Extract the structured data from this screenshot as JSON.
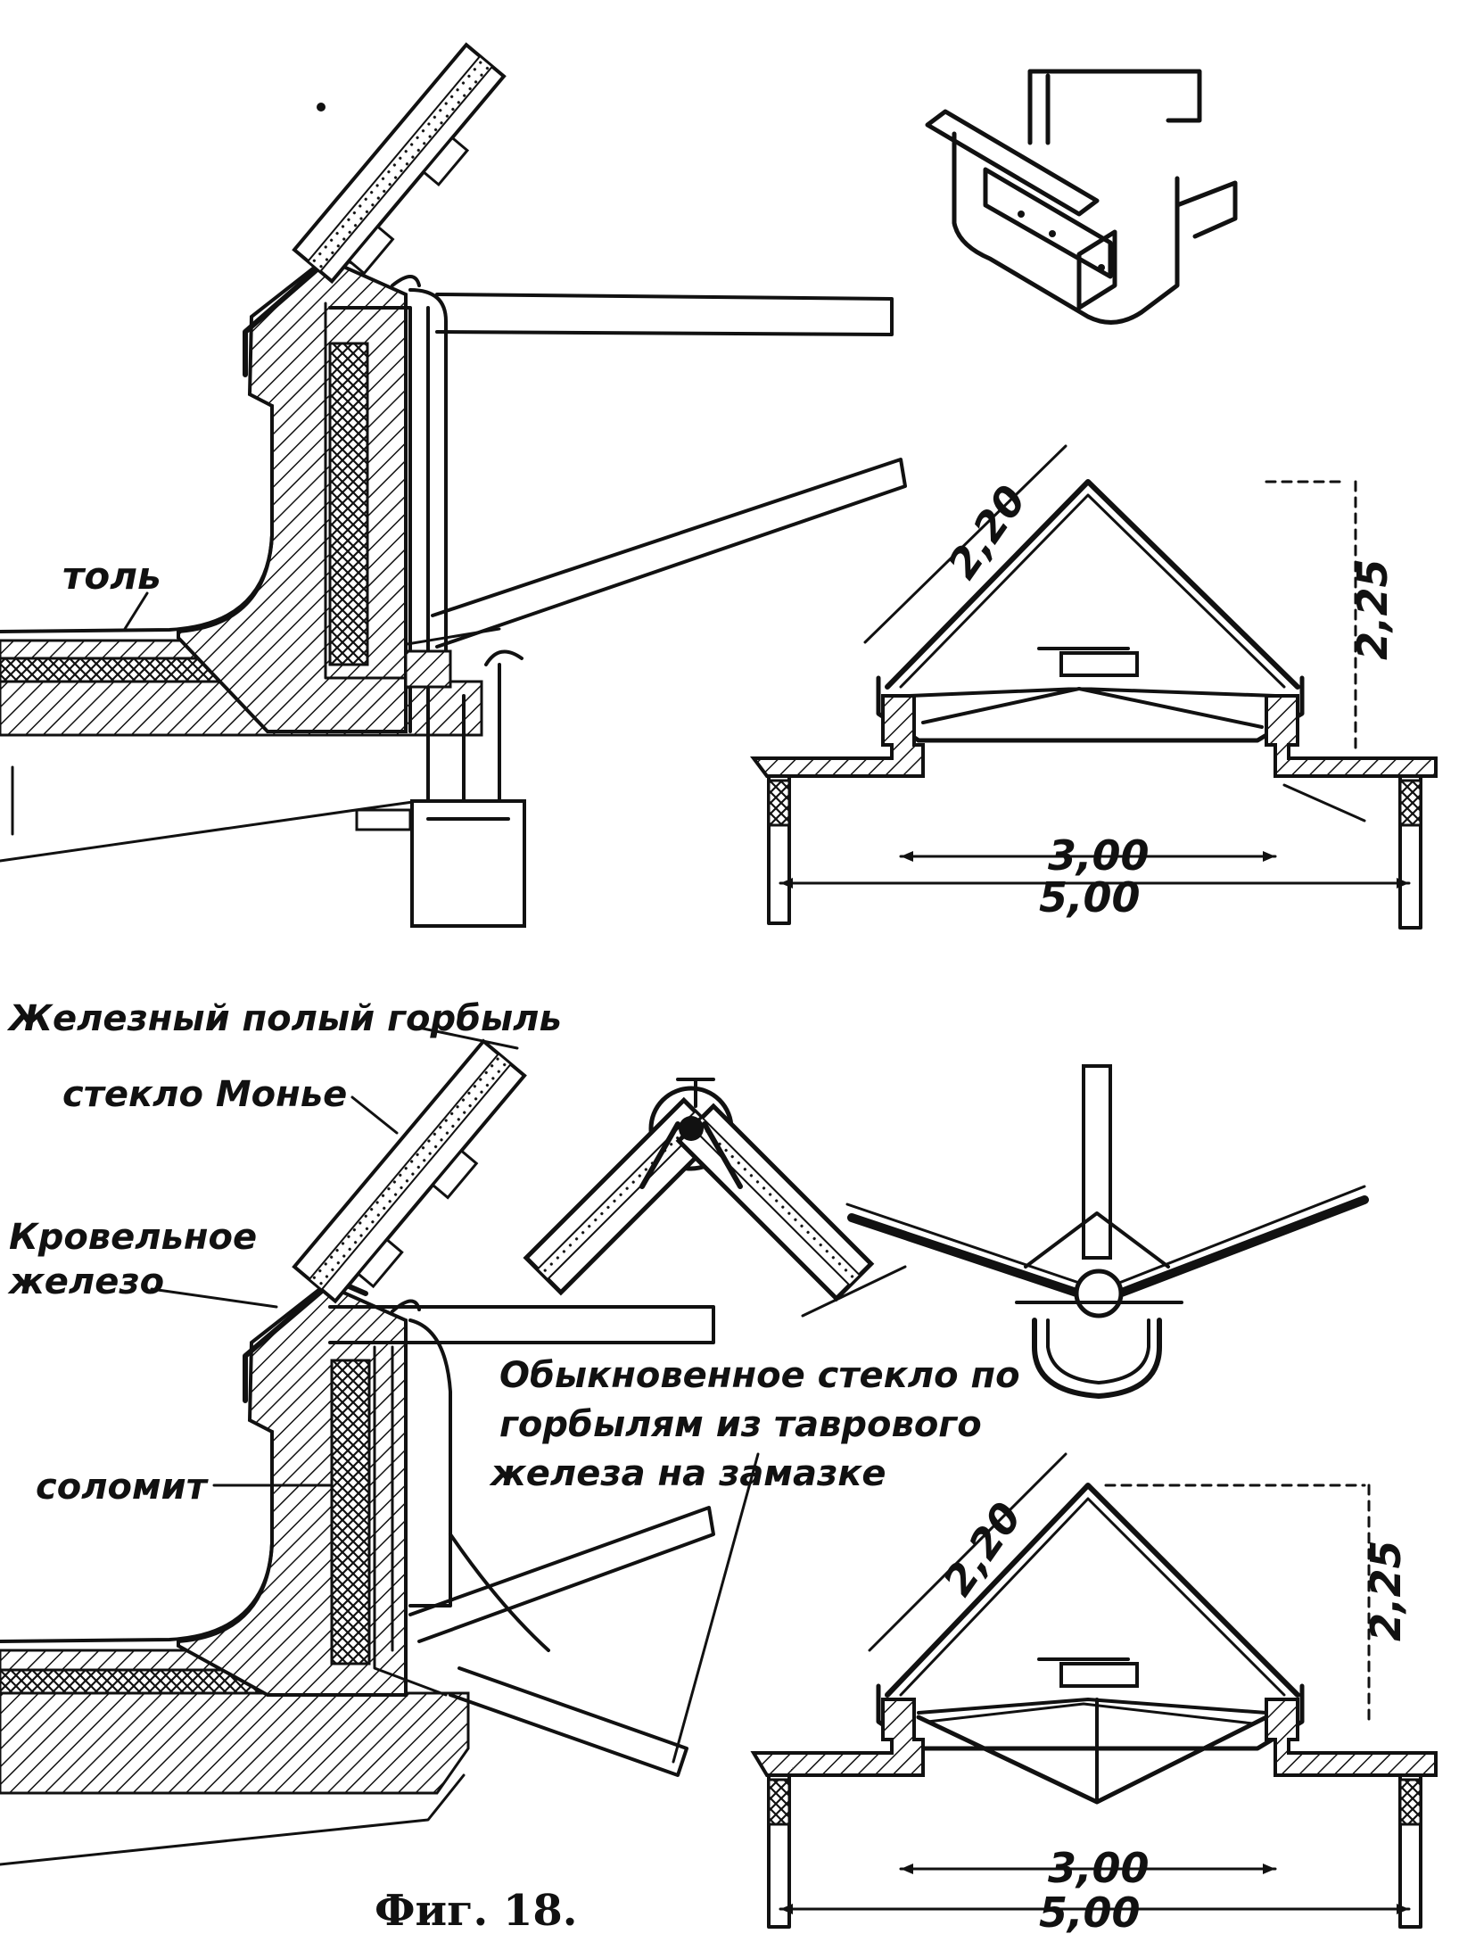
{
  "labels": {
    "tol": "толь",
    "gorbyl": "Железный полый горбыль",
    "steklo_monie": "стекло Монье",
    "krovelnoe_1": "Кровельное",
    "krovelnoe_2": "железо",
    "solomit": "соломит",
    "obyk_1": "Обыкновенное  стекло по",
    "obyk_2": "горбылям из таврового",
    "obyk_3": "железа  на замазке"
  },
  "dimensions": {
    "top": {
      "slope": "2,20",
      "height": "2,25",
      "inner": "3,00",
      "outer": "5,00"
    },
    "bottom": {
      "slope": "2,20",
      "height": "2,25",
      "inner": "3,00",
      "outer": "5,00"
    }
  },
  "caption": "Фиг. 18."
}
